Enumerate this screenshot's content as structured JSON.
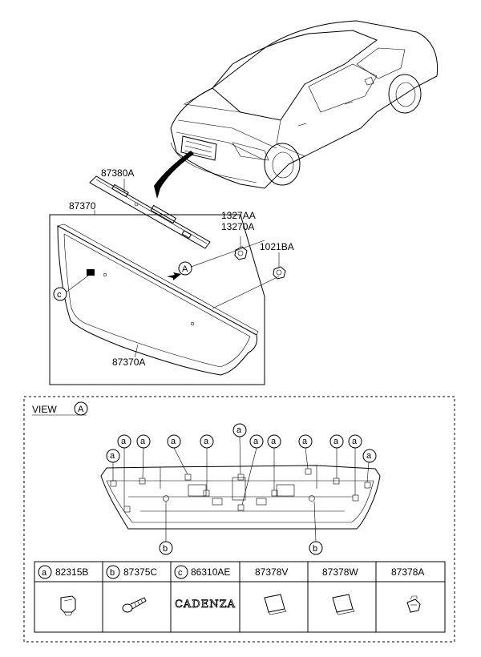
{
  "upper": {
    "labels": {
      "p87380A": "87380A",
      "p87370": "87370",
      "p1327AA": "1327AA",
      "p13270A": "13270A",
      "p1021BA": "1021BA",
      "p87370A": "87370A",
      "callout_A": "A",
      "callout_c": "c"
    }
  },
  "view": {
    "title": "VIEW",
    "circle_letter": "A",
    "callout_a": "a",
    "callout_b": "b"
  },
  "legend": {
    "headers": [
      {
        "letter": "a",
        "part": "82315B"
      },
      {
        "letter": "b",
        "part": "87375C"
      },
      {
        "letter": "c",
        "part": "86310AE"
      },
      {
        "letter": "",
        "part": "87378V"
      },
      {
        "letter": "",
        "part": "87378W"
      },
      {
        "letter": "",
        "part": "87378A"
      }
    ],
    "emblem_text": "CADENZA"
  }
}
